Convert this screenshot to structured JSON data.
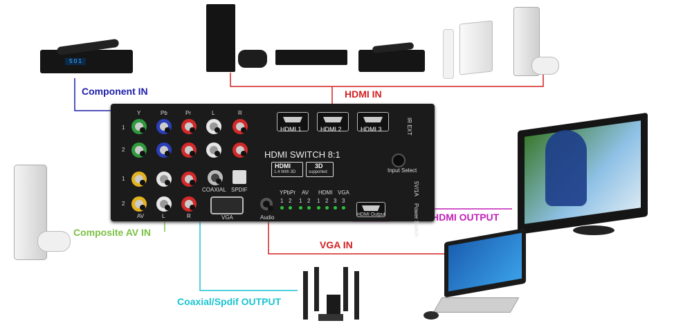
{
  "labels": {
    "component_in": "Component IN",
    "hdmi_in": "HDMI IN",
    "composite_in": "Composite AV IN",
    "hdmi_output": "HDMI OUTPUT",
    "vga_in": "VGA IN",
    "coaxial_output": "Coaxial/Spdif OUTPUT"
  },
  "panel": {
    "title": "HDMI SWITCH 8:1",
    "hdmi_logo": "HDMI",
    "hdmi_logo_sub": "1.4 With 3D",
    "badge_3d": "3D",
    "badge_3d_sub": "supported",
    "input_select": "Input Select",
    "port_labels": {
      "hdmi1": "HDMI 1",
      "hdmi2": "HDMI 2",
      "hdmi3": "HDMI 3",
      "hdmi_output": "HDMI Output",
      "vga": "VGA",
      "audio": "Audio",
      "coaxial": "COAXIAL",
      "spdif": "SPDIF",
      "av": "AV",
      "l": "L",
      "r": "R",
      "ir_ext": "IR EXT",
      "power_switch": "Power Switch",
      "dc": "5V/1A"
    },
    "component_headers": [
      "Y",
      "Pb",
      "Pr",
      "L",
      "R"
    ],
    "row_numbers": [
      "1",
      "2",
      "1",
      "2"
    ],
    "led_group_labels": [
      "YPbPr",
      "AV",
      "HDMI",
      "VGA"
    ],
    "led_numbers": [
      "1",
      "2",
      "1",
      "2",
      "1",
      "2",
      "3",
      "3"
    ]
  },
  "colors": {
    "component": "#1c1caa",
    "hdmi": "#d42020",
    "composite": "#7ac143",
    "hdmi_out": "#c21fb8",
    "vga": "#d42020",
    "coaxial": "#19c4d1"
  }
}
